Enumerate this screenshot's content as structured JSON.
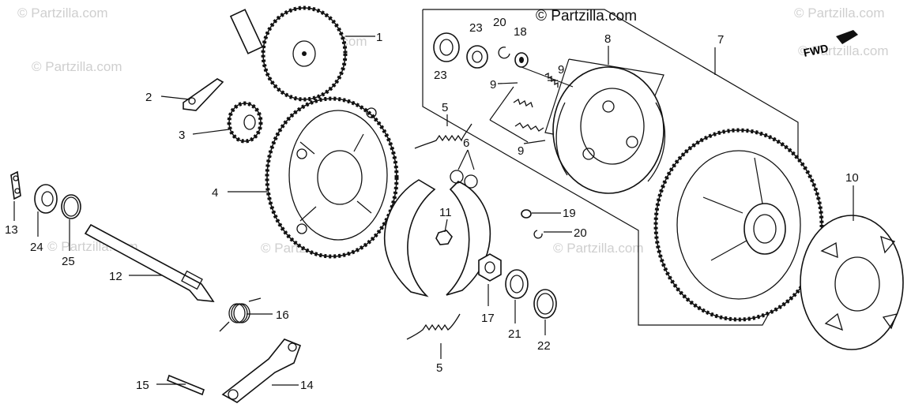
{
  "watermark": {
    "text": "© Partzilla.com"
  },
  "copyright": {
    "text": "© Partzilla.com"
  },
  "direction": {
    "text": "FWD"
  },
  "callouts": {
    "p1": "1",
    "p2": "2",
    "p3": "3",
    "p4": "4",
    "p5a": "5",
    "p5b": "5",
    "p6": "6",
    "p7": "7",
    "p8": "8",
    "p9a": "9",
    "p9b": "9",
    "p9c": "9",
    "p10": "10",
    "p11": "11",
    "p12": "12",
    "p13": "13",
    "p14": "14",
    "p15": "15",
    "p16": "16",
    "p17": "17",
    "p18": "18",
    "p19": "19",
    "p20a": "20",
    "p20b": "20",
    "p21": "21",
    "p22": "22",
    "p23a": "23",
    "p23b": "23",
    "p24": "24",
    "p25": "25"
  }
}
